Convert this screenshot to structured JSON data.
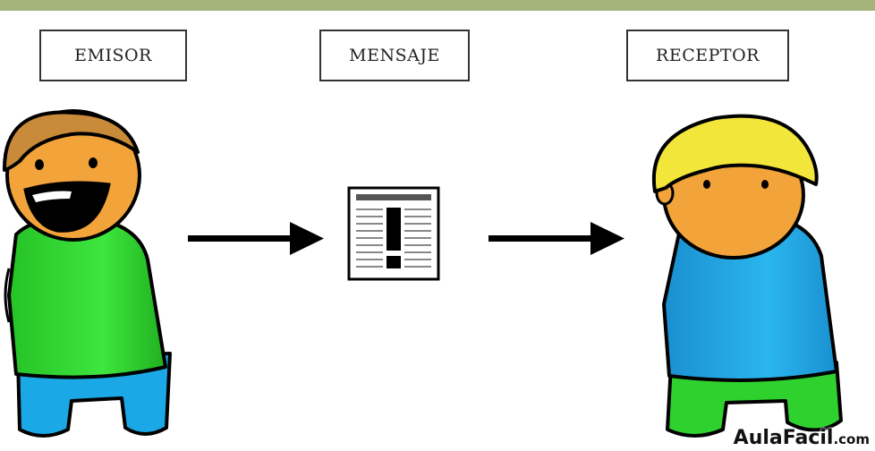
{
  "labels": {
    "sender": "EMISOR",
    "message": "MENSAJE",
    "receiver": "RECEPTOR"
  },
  "watermark": {
    "brand": "AulaFacil",
    "domain": ".com"
  },
  "colors": {
    "header_band": "#a3b37a",
    "skin": "#f2a33a",
    "sender_hair": "#c98a3a",
    "sender_shirt": "#2ed12e",
    "sender_pants": "#1aa8e6",
    "receiver_hair": "#f2e63a",
    "receiver_shirt": "#1aa0e0",
    "receiver_pants": "#2ed12e",
    "arrow": "#000000"
  },
  "icons": [
    "sender-character-icon",
    "arrow-right-icon",
    "message-document-icon",
    "arrow-right-icon",
    "receiver-character-icon"
  ]
}
